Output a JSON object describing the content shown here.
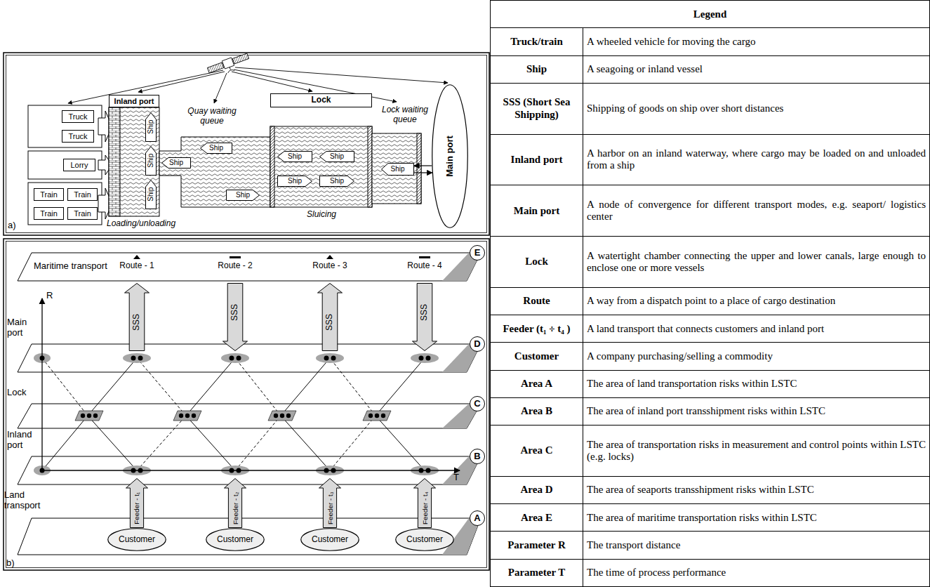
{
  "diagram": {
    "nodes": [
      {
        "text": [
          "Inland port"
        ]
      },
      {
        "text": [
          "Truck"
        ]
      },
      {
        "text": [
          "Truck"
        ]
      },
      {
        "text": [
          "Lorry"
        ]
      },
      {
        "text": [
          "Train"
        ]
      },
      {
        "text": [
          "Train"
        ]
      },
      {
        "text": [
          "Train"
        ]
      },
      {
        "text": [
          "Train"
        ]
      },
      {
        "text": [
          "Ship"
        ]
      },
      {
        "text": [
          "Ship"
        ]
      },
      {
        "text": [
          "Ship"
        ]
      },
      {
        "text": [
          "Ship"
        ]
      },
      {
        "text": [
          "Ship"
        ]
      },
      {
        "text": [
          "Ship"
        ]
      },
      {
        "text": [
          "Lock"
        ]
      },
      {
        "text": [
          "Ship"
        ]
      },
      {
        "text": [
          "Ship"
        ]
      },
      {
        "text": [
          "Ship"
        ]
      },
      {
        "text": [
          "Ship"
        ]
      },
      {
        "text": [
          "Ship"
        ]
      },
      {
        "text": [
          "Main port"
        ]
      },
      {
        "text": [
          "E"
        ]
      },
      {
        "text": [
          "SSS"
        ]
      },
      {
        "text": [
          "SSS"
        ]
      },
      {
        "text": [
          "SSS"
        ]
      },
      {
        "text": [
          "SSS"
        ]
      },
      {
        "text": [
          "D"
        ]
      },
      {
        "text": [
          "C"
        ]
      },
      {
        "text": [
          "B"
        ]
      },
      {
        "text": [
          "Feeder - t₁"
        ]
      },
      {
        "text": [
          "Feeder - t₂"
        ]
      },
      {
        "text": [
          "Feeder - t₃"
        ]
      },
      {
        "text": [
          "Feeder - t₄"
        ]
      },
      {
        "text": [
          "A"
        ]
      },
      {
        "text": [
          "Customer"
        ]
      },
      {
        "text": [
          "Customer"
        ]
      },
      {
        "text": [
          "Customer"
        ]
      },
      {
        "text": [
          "Customer"
        ]
      }
    ],
    "edges": [
      {
        "from": 20,
        "to": 19,
        "arrow": "to"
      },
      {
        "from": 19,
        "to": 20,
        "arrow": "to"
      }
    ],
    "labels": [
      "Quay waiting queue",
      "Lock waiting queue",
      "Sluicing",
      "Loading/unloading",
      "a)",
      "Maritime transport",
      "Route - 1",
      "Route - 2",
      "Route - 3",
      "Route - 4",
      "R",
      "Main port",
      "Lock",
      "Inland port",
      "T",
      "Land transport",
      "b)",
      "Legend",
      "Truck/train",
      "A wheeled vehicle for moving the cargo",
      "Ship",
      "A seagoing or inland vessel",
      "SSS (Short Sea Shipping)",
      "Shipping of goods on ship over short distances",
      "Inland port",
      "A harbor on an inland waterway, where cargo may be loaded on and unloaded from a ship",
      "Main port",
      "A node of convergence for different transport modes, e.g. seaport/ logistics center",
      "Lock",
      "A watertight chamber connecting the upper and lower canals, large enough to enclose one or more vessels",
      "Route",
      "A way from a dispatch point to a place of cargo destination",
      "Feeder (t₁ ÷ t₄ )",
      "A land transport that connects customers and inland port",
      "Customer",
      "A company purchasing/selling a commodity",
      "Area A",
      "The area of land transportation risks within LSTC",
      "Area B",
      "The area of inland port transshipment risks within LSTC",
      "Area C",
      "The area of transportation risks in measurement and control points within LSTC (e.g. locks)",
      "Area D",
      "The area of seaports transshipment risks within LSTC",
      "Area E",
      "The area of maritime transportation risks within LSTC",
      "Parameter R",
      "The transport distance",
      "Parameter T",
      "The time of process performance"
    ]
  }
}
